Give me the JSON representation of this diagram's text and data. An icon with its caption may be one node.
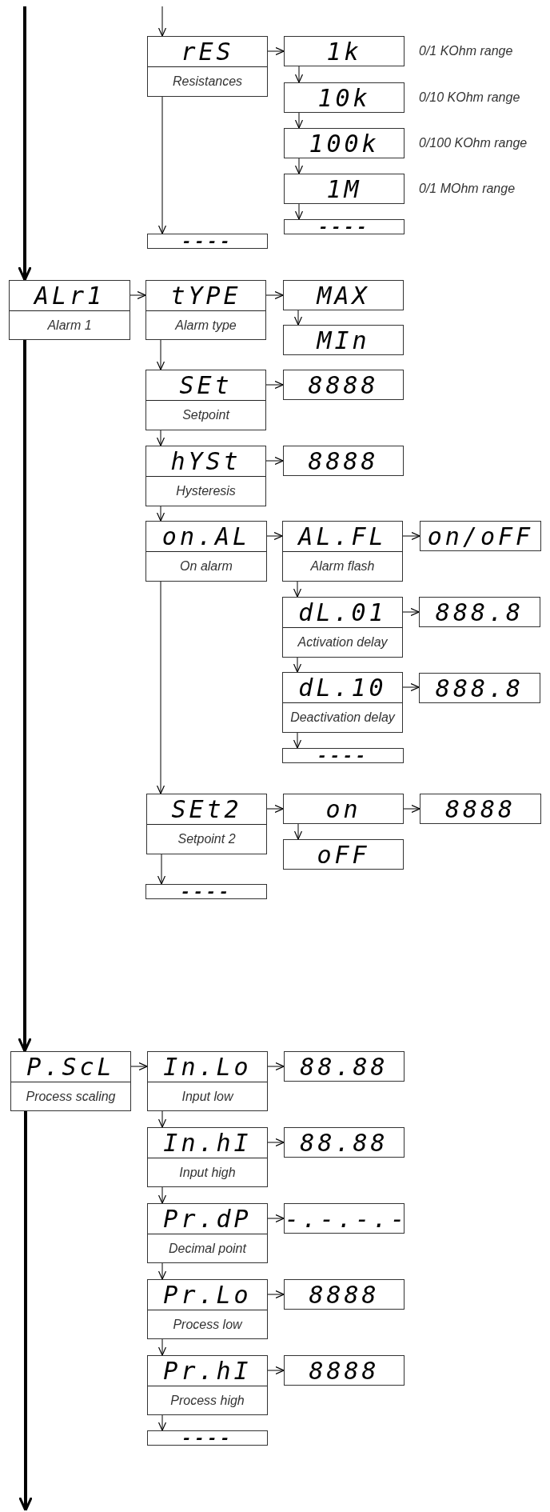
{
  "diagram": {
    "nodes": [
      {
        "text": [
          "rES",
          "Resistances"
        ]
      },
      {
        "text": [
          "1k"
        ],
        "beside": [
          "0/1 KOhm range"
        ]
      },
      {
        "text": [
          "10k"
        ],
        "beside": [
          "0/10 KOhm range"
        ]
      },
      {
        "text": [
          "100k"
        ],
        "beside": [
          "0/100 KOhm range"
        ]
      },
      {
        "text": [
          "1M"
        ],
        "beside": [
          "0/1 MOhm range"
        ]
      },
      {
        "text": [
          "----"
        ]
      },
      {
        "text": [
          "----"
        ]
      },
      {
        "text": [
          "ALr1",
          "Alarm 1"
        ]
      },
      {
        "text": [
          "tYPE",
          "Alarm type"
        ]
      },
      {
        "text": [
          "MAX"
        ]
      },
      {
        "text": [
          "MIn"
        ]
      },
      {
        "text": [
          "SEt",
          "Setpoint"
        ]
      },
      {
        "text": [
          "8888"
        ]
      },
      {
        "text": [
          "hYSt",
          "Hysteresis"
        ]
      },
      {
        "text": [
          "8888"
        ]
      },
      {
        "text": [
          "on.AL",
          "On alarm"
        ]
      },
      {
        "text": [
          "AL.FL",
          "Alarm flash"
        ]
      },
      {
        "text": [
          "on/oFF"
        ]
      },
      {
        "text": [
          "dL.01",
          "Activation delay"
        ]
      },
      {
        "text": [
          "888.8"
        ]
      },
      {
        "text": [
          "dL.10",
          "Deactivation delay"
        ]
      },
      {
        "text": [
          "888.8"
        ]
      },
      {
        "text": [
          "----"
        ]
      },
      {
        "text": [
          "SEt2",
          "Setpoint 2"
        ]
      },
      {
        "text": [
          "on"
        ]
      },
      {
        "text": [
          "8888"
        ]
      },
      {
        "text": [
          "oFF"
        ]
      },
      {
        "text": [
          "----"
        ]
      },
      {
        "text": [
          "P.ScL",
          "Process scaling"
        ]
      },
      {
        "text": [
          "In.Lo",
          "Input low"
        ]
      },
      {
        "text": [
          "88.88"
        ]
      },
      {
        "text": [
          "In.hI",
          "Input high"
        ]
      },
      {
        "text": [
          "88.88"
        ]
      },
      {
        "text": [
          "Pr.dP",
          "Decimal point"
        ]
      },
      {
        "text": [
          "-.-.-.-"
        ]
      },
      {
        "text": [
          "Pr.Lo",
          "Process low"
        ]
      },
      {
        "text": [
          "8888"
        ]
      },
      {
        "text": [
          "Pr.hI",
          "Process high"
        ]
      },
      {
        "text": [
          "8888"
        ]
      },
      {
        "text": [
          "----"
        ]
      }
    ],
    "edges": [
      {
        "from": null,
        "to": 0,
        "arrow": "to"
      },
      {
        "from": 0,
        "to": 1,
        "arrow": "to"
      },
      {
        "from": 1,
        "to": 2,
        "arrow": "to"
      },
      {
        "from": 2,
        "to": 3,
        "arrow": "to"
      },
      {
        "from": 3,
        "to": 4,
        "arrow": "to"
      },
      {
        "from": 4,
        "to": 5,
        "arrow": "to"
      },
      {
        "from": 0,
        "to": 6,
        "arrow": "to"
      },
      {
        "from": null,
        "to": 7,
        "arrow": "to",
        "style": "thick"
      },
      {
        "from": 7,
        "to": 8,
        "arrow": "to"
      },
      {
        "from": 8,
        "to": 9,
        "arrow": "to"
      },
      {
        "from": 9,
        "to": 10,
        "arrow": "to"
      },
      {
        "from": 8,
        "to": 11,
        "arrow": "to"
      },
      {
        "from": 11,
        "to": 12,
        "arrow": "to"
      },
      {
        "from": 11,
        "to": 13,
        "arrow": "to"
      },
      {
        "from": 13,
        "to": 14,
        "arrow": "to"
      },
      {
        "from": 13,
        "to": 15,
        "arrow": "to"
      },
      {
        "from": 15,
        "to": 16,
        "arrow": "to"
      },
      {
        "from": 16,
        "to": 17,
        "arrow": "to"
      },
      {
        "from": 16,
        "to": 18,
        "arrow": "to"
      },
      {
        "from": 18,
        "to": 19,
        "arrow": "to"
      },
      {
        "from": 18,
        "to": 20,
        "arrow": "to"
      },
      {
        "from": 20,
        "to": 21,
        "arrow": "to"
      },
      {
        "from": 20,
        "to": 22,
        "arrow": "to"
      },
      {
        "from": 15,
        "to": 23,
        "arrow": "to"
      },
      {
        "from": 23,
        "to": 24,
        "arrow": "to"
      },
      {
        "from": 24,
        "to": 25,
        "arrow": "to"
      },
      {
        "from": 24,
        "to": 26,
        "arrow": "to"
      },
      {
        "from": 23,
        "to": 27,
        "arrow": "to"
      },
      {
        "from": 7,
        "to": 28,
        "arrow": "to",
        "style": "thick"
      },
      {
        "from": 28,
        "to": 29,
        "arrow": "to"
      },
      {
        "from": 29,
        "to": 30,
        "arrow": "to"
      },
      {
        "from": 29,
        "to": 31,
        "arrow": "to"
      },
      {
        "from": 31,
        "to": 32,
        "arrow": "to"
      },
      {
        "from": 31,
        "to": 33,
        "arrow": "to"
      },
      {
        "from": 33,
        "to": 34,
        "arrow": "to"
      },
      {
        "from": 33,
        "to": 35,
        "arrow": "to"
      },
      {
        "from": 35,
        "to": 36,
        "arrow": "to"
      },
      {
        "from": 35,
        "to": 37,
        "arrow": "to"
      },
      {
        "from": 37,
        "to": 38,
        "arrow": "to"
      },
      {
        "from": 37,
        "to": 39,
        "arrow": "to"
      },
      {
        "from": 28,
        "to": null,
        "arrow": "to",
        "style": "thick"
      }
    ]
  }
}
